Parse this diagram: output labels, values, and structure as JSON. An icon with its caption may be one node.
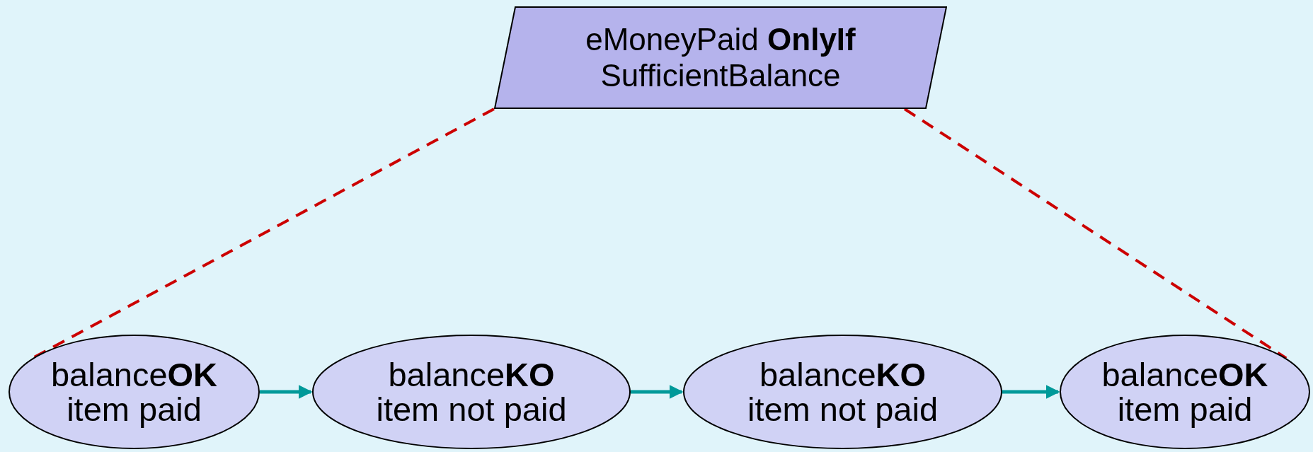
{
  "diagram": {
    "nodes": [
      {
        "text": [
          "eMoneyPaid **OnlyIf** SufficientBalance"
        ]
      },
      {
        "text": [
          "balance**OK**",
          "item paid"
        ]
      },
      {
        "text": [
          "balance**KO**",
          "item not paid"
        ]
      },
      {
        "text": [
          "balance**KO**",
          "item not paid"
        ]
      },
      {
        "text": [
          "balance**OK**",
          "item paid"
        ]
      }
    ],
    "edges": [
      {
        "from": 0,
        "to": 1,
        "arrow": "none",
        "style": "dashed",
        "color": "#cc0000"
      },
      {
        "from": 0,
        "to": 4,
        "arrow": "none",
        "style": "dashed",
        "color": "#cc0000"
      },
      {
        "from": 1,
        "to": 2,
        "arrow": "to"
      },
      {
        "from": 2,
        "to": 3,
        "arrow": "to"
      },
      {
        "from": 3,
        "to": 4,
        "arrow": "to"
      }
    ]
  }
}
